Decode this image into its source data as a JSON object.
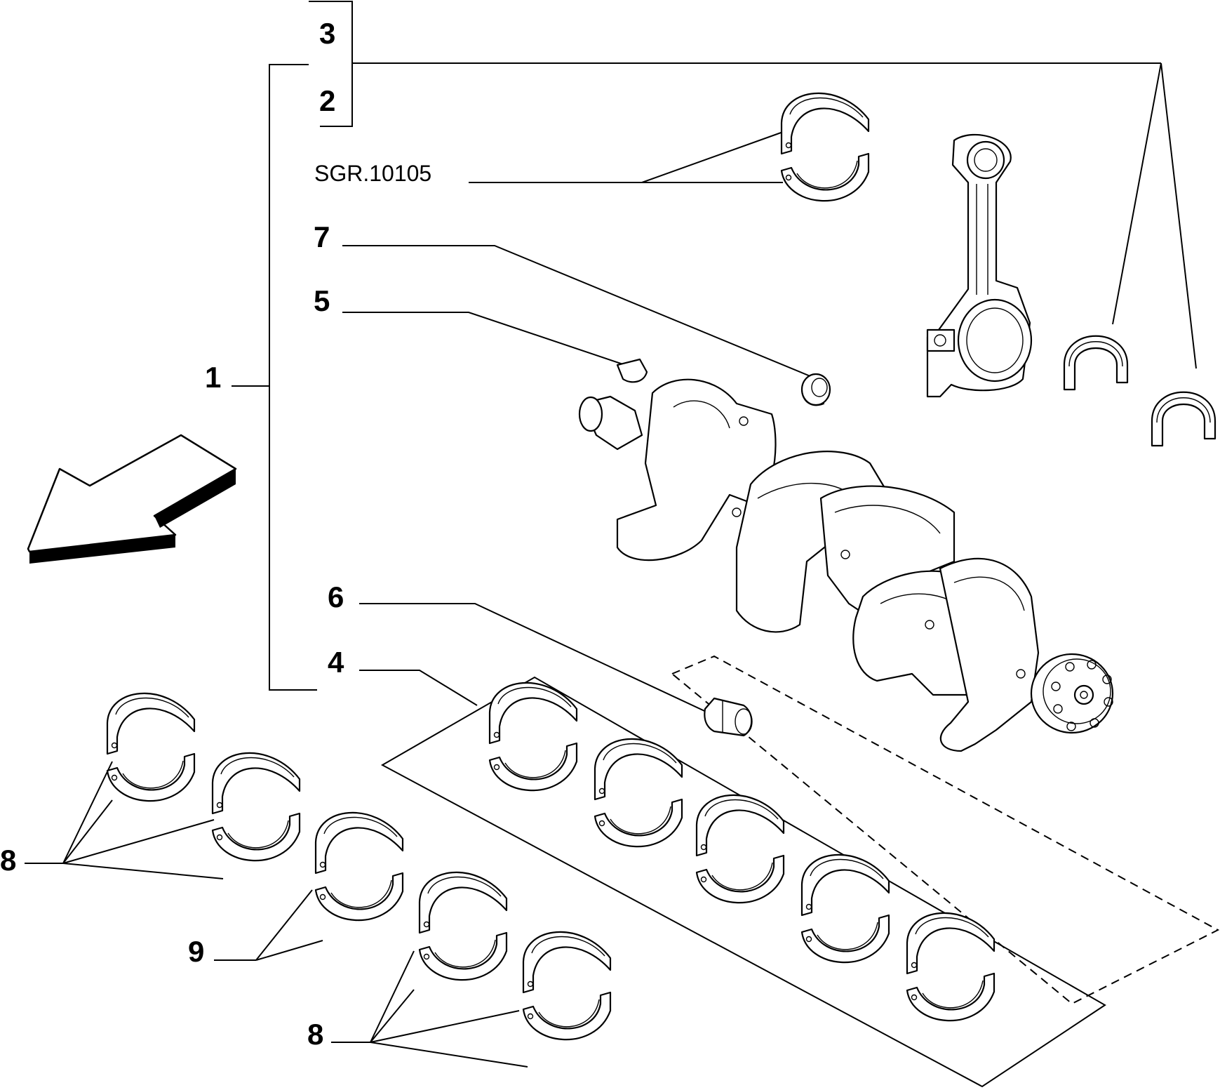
{
  "callouts": {
    "c1": "1",
    "c2": "2",
    "c3": "3",
    "c4": "4",
    "c5": "5",
    "c6": "6",
    "c7": "7",
    "c8a": "8",
    "c8b": "8",
    "c9": "9",
    "ref": "SGR.10105"
  },
  "icons": {
    "direction_arrow": "front-direction-arrow-icon"
  }
}
